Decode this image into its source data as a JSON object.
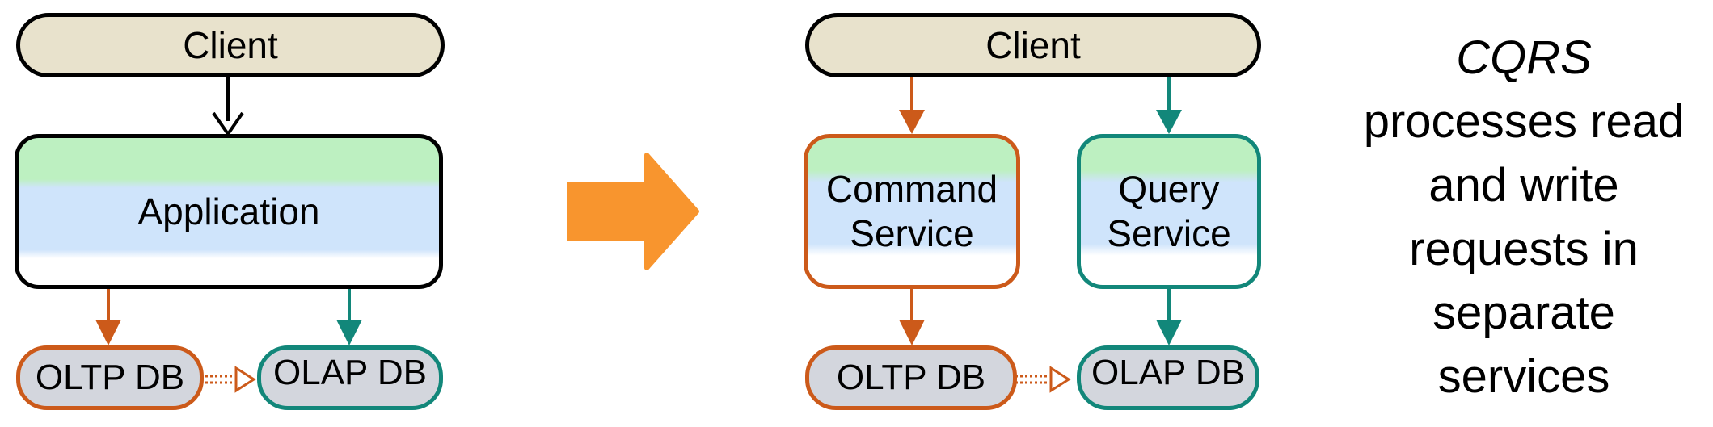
{
  "left": {
    "client": "Client",
    "application": "Application",
    "oltp_db": "OLTP DB",
    "olap_db": "OLAP DB"
  },
  "right": {
    "client": "Client",
    "command_service": "Command\nService",
    "query_service": "Query\nService",
    "oltp_db": "OLTP DB",
    "olap_db": "OLAP DB"
  },
  "caption": {
    "emphasis": "CQRS",
    "text": "processes read and write requests in separate services"
  },
  "colors": {
    "write_path": "#cc5a1a",
    "read_path": "#12877a",
    "transform_arrow": "#f8952e",
    "client_fill": "#e8e2cc",
    "db_fill": "#d3d6dd"
  }
}
